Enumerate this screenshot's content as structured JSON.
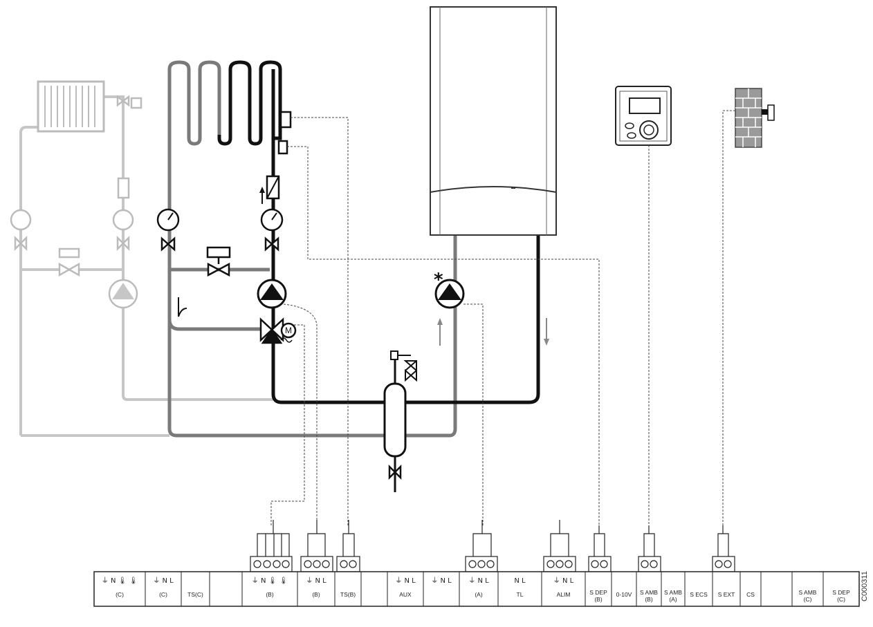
{
  "diagram_code": "C000311",
  "mixer_motor_label": "M",
  "pump_mark": "*",
  "terminal_blocks": [
    {
      "sym": "⏚ N 🌡 🌡",
      "name": "(C)"
    },
    {
      "sym": "⏚ N L",
      "name": "(C)"
    },
    {
      "sym": "",
      "name": "TS(C)"
    },
    {
      "sym": "",
      "name": ""
    },
    {
      "sym": "⏚ N 🌡 🌡",
      "name": "(B)"
    },
    {
      "sym": "⏚ N L",
      "name": "(B)"
    },
    {
      "sym": "",
      "name": "TS(B)"
    },
    {
      "sym": "",
      "name": ""
    },
    {
      "sym": "⏚ N L",
      "name": "AUX"
    },
    {
      "sym": "⏚ N L",
      "name": ""
    },
    {
      "sym": "⏚ N L",
      "name": "(A)"
    },
    {
      "sym": "N L",
      "name": "TL"
    },
    {
      "sym": "⏚ N L",
      "name": "ALIM"
    },
    {
      "sym": "",
      "name": "S DEP (B)"
    },
    {
      "sym": "",
      "name": "0-10V"
    },
    {
      "sym": "",
      "name": "S AMB (B)"
    },
    {
      "sym": "",
      "name": "S AMB (A)"
    },
    {
      "sym": "",
      "name": "S ECS"
    },
    {
      "sym": "",
      "name": "S EXT"
    },
    {
      "sym": "",
      "name": "CS"
    },
    {
      "sym": "",
      "name": ""
    },
    {
      "sym": "",
      "name": "S AMB (C)"
    },
    {
      "sym": "",
      "name": "S DEP (C)"
    }
  ],
  "colors": {
    "pipe_dark": "#111111",
    "pipe_medium": "#7a7a7a",
    "pipe_light": "#c6c6c6",
    "wire": "#444444",
    "brick": "#9a9a9a"
  }
}
